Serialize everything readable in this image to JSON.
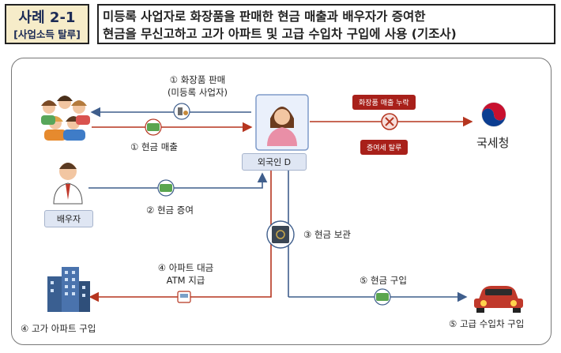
{
  "header": {
    "case_title": "사례 2-1",
    "case_subtitle": "[사업소득 탈루]",
    "description_line1": "미등록 사업자로 화장품을 판매한 현금 매출과 배우자가 증여한",
    "description_line2": "현금을 무신고하고 고가 아파트 및 고급 수입차 구입에 사용 (기조사)"
  },
  "diagram": {
    "sale_label_line1": "① 화장품 판매",
    "sale_label_line2": "(미등록 사업자)",
    "cash_sales_label": "① 현금 매출",
    "spouse_label": "배우자",
    "cash_gift_label": "② 현금 증여",
    "person_label": "외국인 D",
    "omission_sales_tag": "화장품 매출 누락",
    "omission_gift_tag": "증여세 탈루",
    "nts_label": "국세청",
    "cash_keep_label": "③ 현금 보관",
    "apt_payment_line1": "④ 아파트 대금",
    "apt_payment_line2": "ATM 지급",
    "cash_purchase_label": "⑤ 현금 구입",
    "apt_purchase_label": "④ 고가 아파트 구입",
    "car_purchase_label": "⑤ 고급 수입차 구입"
  },
  "colors": {
    "red_arrow": "#b5351f",
    "blue_arrow": "#3f5e8c",
    "tag_red": "#a8201a",
    "case_bg": "#f6ecc9"
  }
}
